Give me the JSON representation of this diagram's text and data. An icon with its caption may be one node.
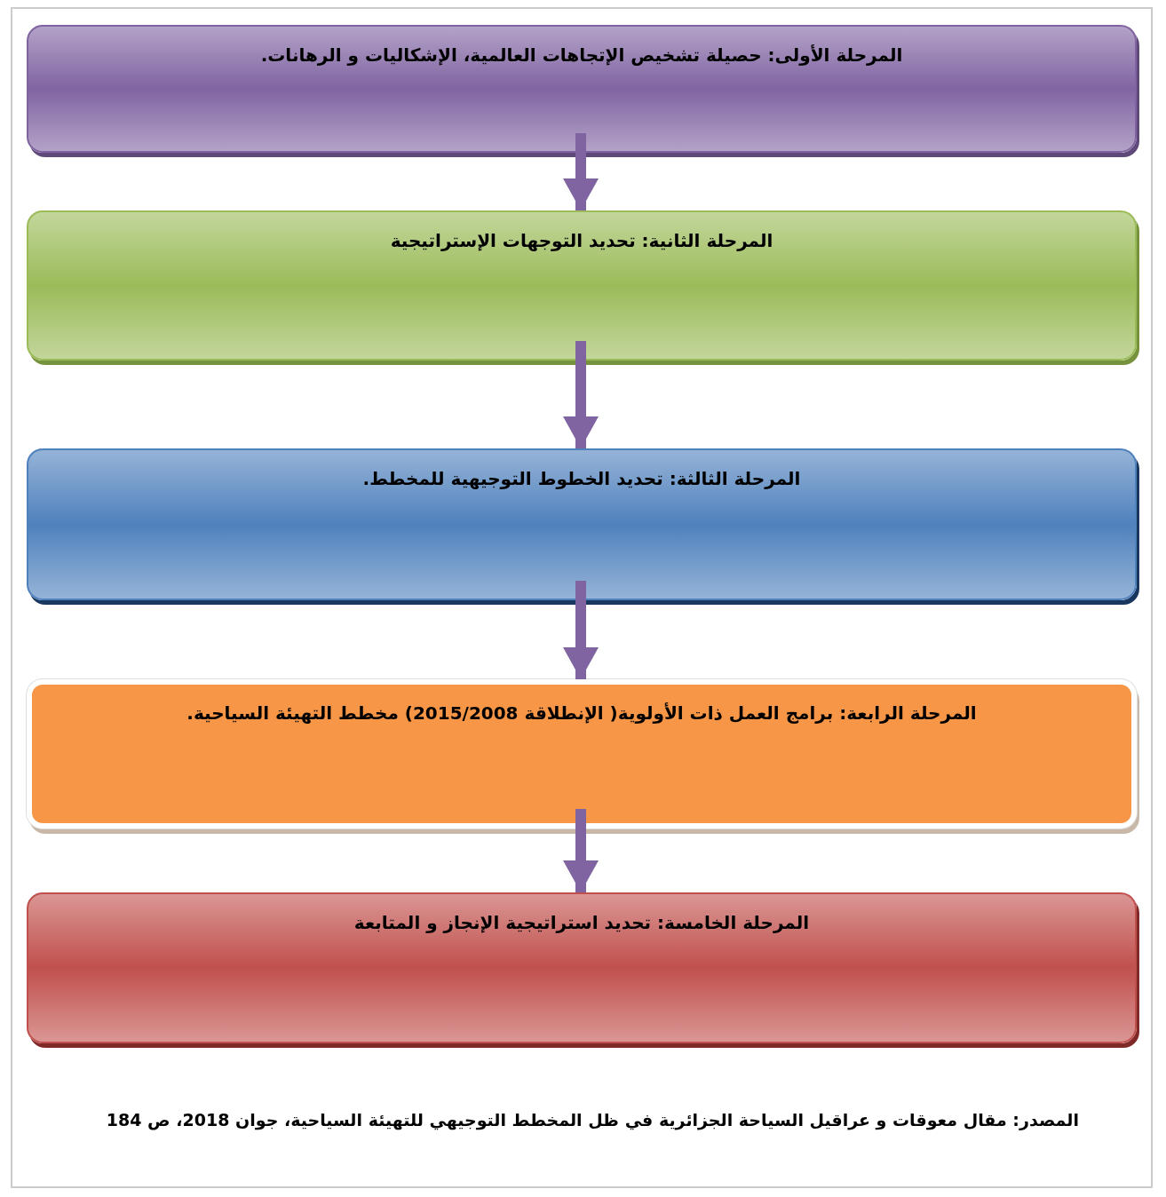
{
  "diagram": {
    "nodes": [
      {
        "text": [
          "المرحلة الأولى: حصيلة تشخيص الإتجاهات العالمية، الإشكاليات و الرهانات."
        ]
      },
      {
        "text": [
          "المرحلة الثانية: تحديد التوجهات الإستراتيجية"
        ]
      },
      {
        "text": [
          "المرحلة الثالثة: تحديد الخطوط التوجيهية للمخطط."
        ]
      },
      {
        "text": [
          "المرحلة الرابعة: برامج العمل ذات الأولوية( الإنطلاقة 2015/2008) مخطط التهيئة السياحية."
        ]
      },
      {
        "text": [
          "المرحلة الخامسة: تحديد استراتيجية الإنجاز و المتابعة"
        ]
      }
    ],
    "edges": [
      {
        "from": 0,
        "to": 1,
        "arrow": "to"
      },
      {
        "from": 1,
        "to": 2,
        "arrow": "to"
      },
      {
        "from": 2,
        "to": 3,
        "arrow": "to"
      },
      {
        "from": 3,
        "to": 4,
        "arrow": "to"
      }
    ],
    "caption": "المصدر: مقال معوقات و عراقيل السياحة الجزائرية في ظل المخطط التوجيهي للتهيئة السياحية، جوان 2018، ص 184"
  }
}
